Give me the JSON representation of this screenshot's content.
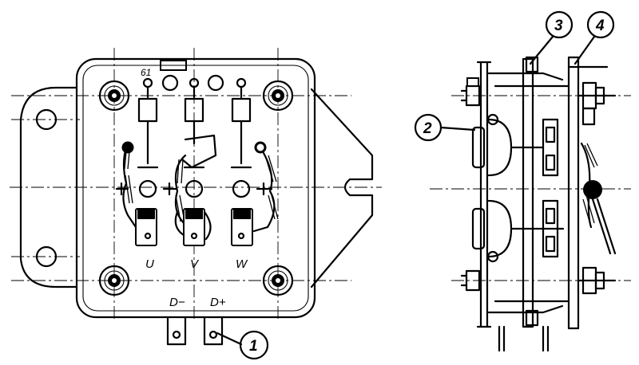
{
  "labels": {
    "terminal_61": "61",
    "phase_u": "U",
    "phase_v": "V",
    "phase_w": "W",
    "d_minus": "D−",
    "d_plus": "D+"
  },
  "callouts": [
    "1",
    "2",
    "3",
    "4"
  ]
}
